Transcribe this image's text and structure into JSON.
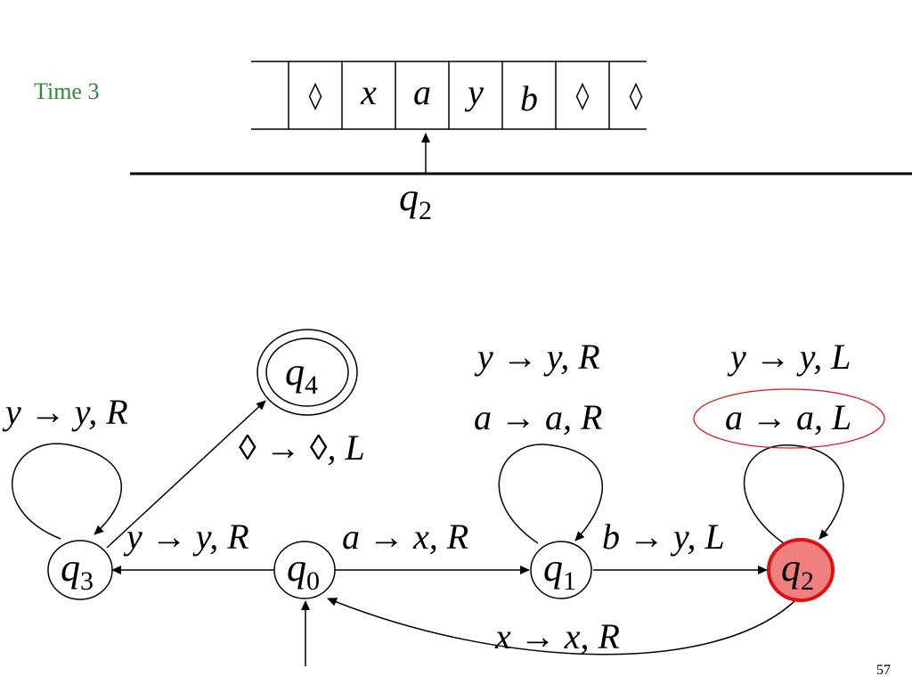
{
  "time_label": "Time 3",
  "page_number": "57",
  "tape": {
    "cells": [
      "◊",
      "x",
      "a",
      "y",
      "b",
      "◊",
      "◊"
    ],
    "head_state": {
      "letter": "q",
      "sub": "2"
    }
  },
  "states": {
    "q0": {
      "letter": "q",
      "sub": "0"
    },
    "q1": {
      "letter": "q",
      "sub": "1"
    },
    "q2": {
      "letter": "q",
      "sub": "2",
      "fill": "#f08080",
      "stroke": "#e01010"
    },
    "q3": {
      "letter": "q",
      "sub": "3"
    },
    "q4": {
      "letter": "q",
      "sub": "4"
    }
  },
  "transitions": {
    "q0_q1": "a → x, R",
    "q1_q2": "b → y, L",
    "q2_q0": "x → x, R",
    "q0_q3": "y → y, R",
    "q3_q4": "◊ → ◊, L",
    "q3_loop": "y → y, R",
    "q1_loop_1": "y → y, R",
    "q1_loop_2": "a → a, R",
    "q2_loop_1": "y → y, L",
    "q2_loop_2": "a → a, L"
  },
  "highlight_color": "#e01010"
}
